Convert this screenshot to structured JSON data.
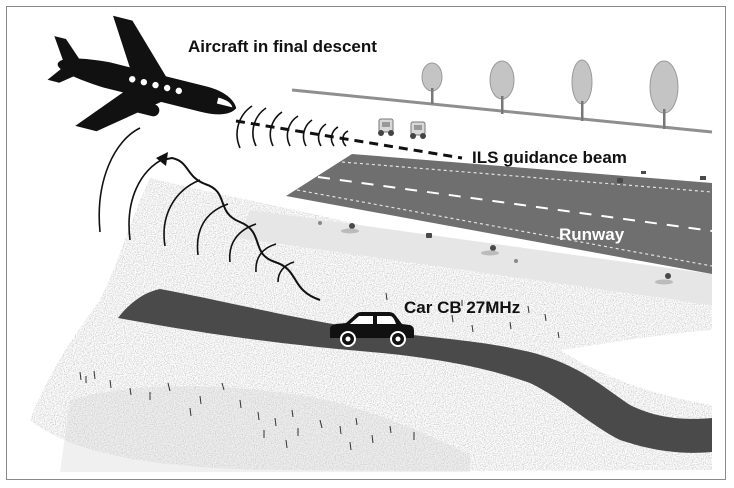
{
  "labels": {
    "aircraft": "Aircraft in final descent",
    "ils": "ILS guidance beam",
    "runway": "Runway",
    "car": "Car CB 27MHz"
  },
  "colors": {
    "ink": "#111111",
    "road": "#4a4a4a",
    "runway": "#6f6f6f",
    "tree": "#c4c4c4",
    "ground": "#c8c8c8",
    "runway_label": "#ffffff"
  },
  "icons": {
    "aircraft": "airplane-icon",
    "car": "car-icon",
    "vehicles": "ground-vehicle-icon",
    "trees": "tree-icon"
  }
}
